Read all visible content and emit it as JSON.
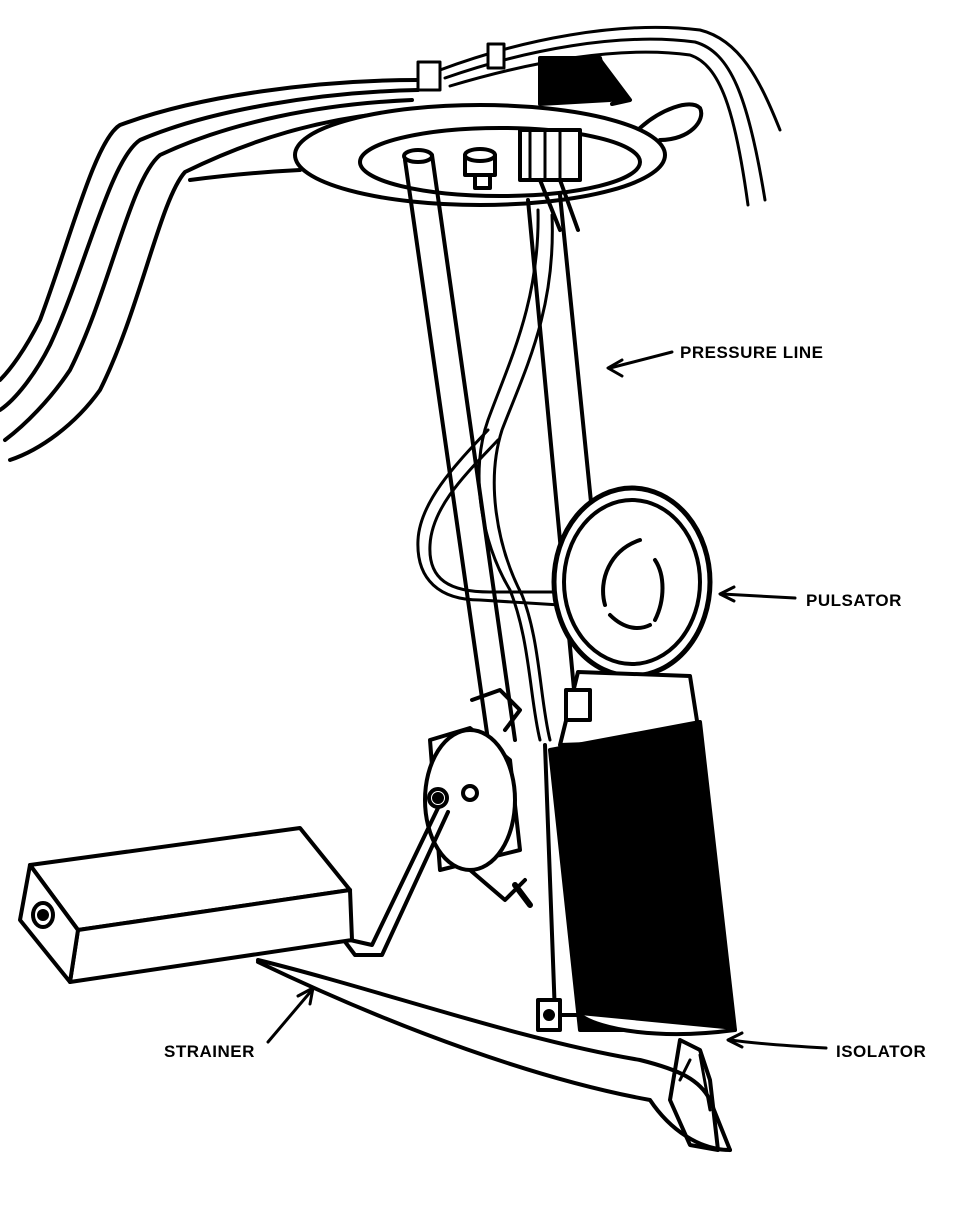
{
  "diagram": {
    "labels": {
      "pressure_line": "PRESSURE LINE",
      "pulsator": "PULSATOR",
      "strainer": "STRAINER",
      "isolator": "ISOLATOR"
    },
    "colors": {
      "ink": "#000000",
      "paper": "#ffffff"
    }
  }
}
